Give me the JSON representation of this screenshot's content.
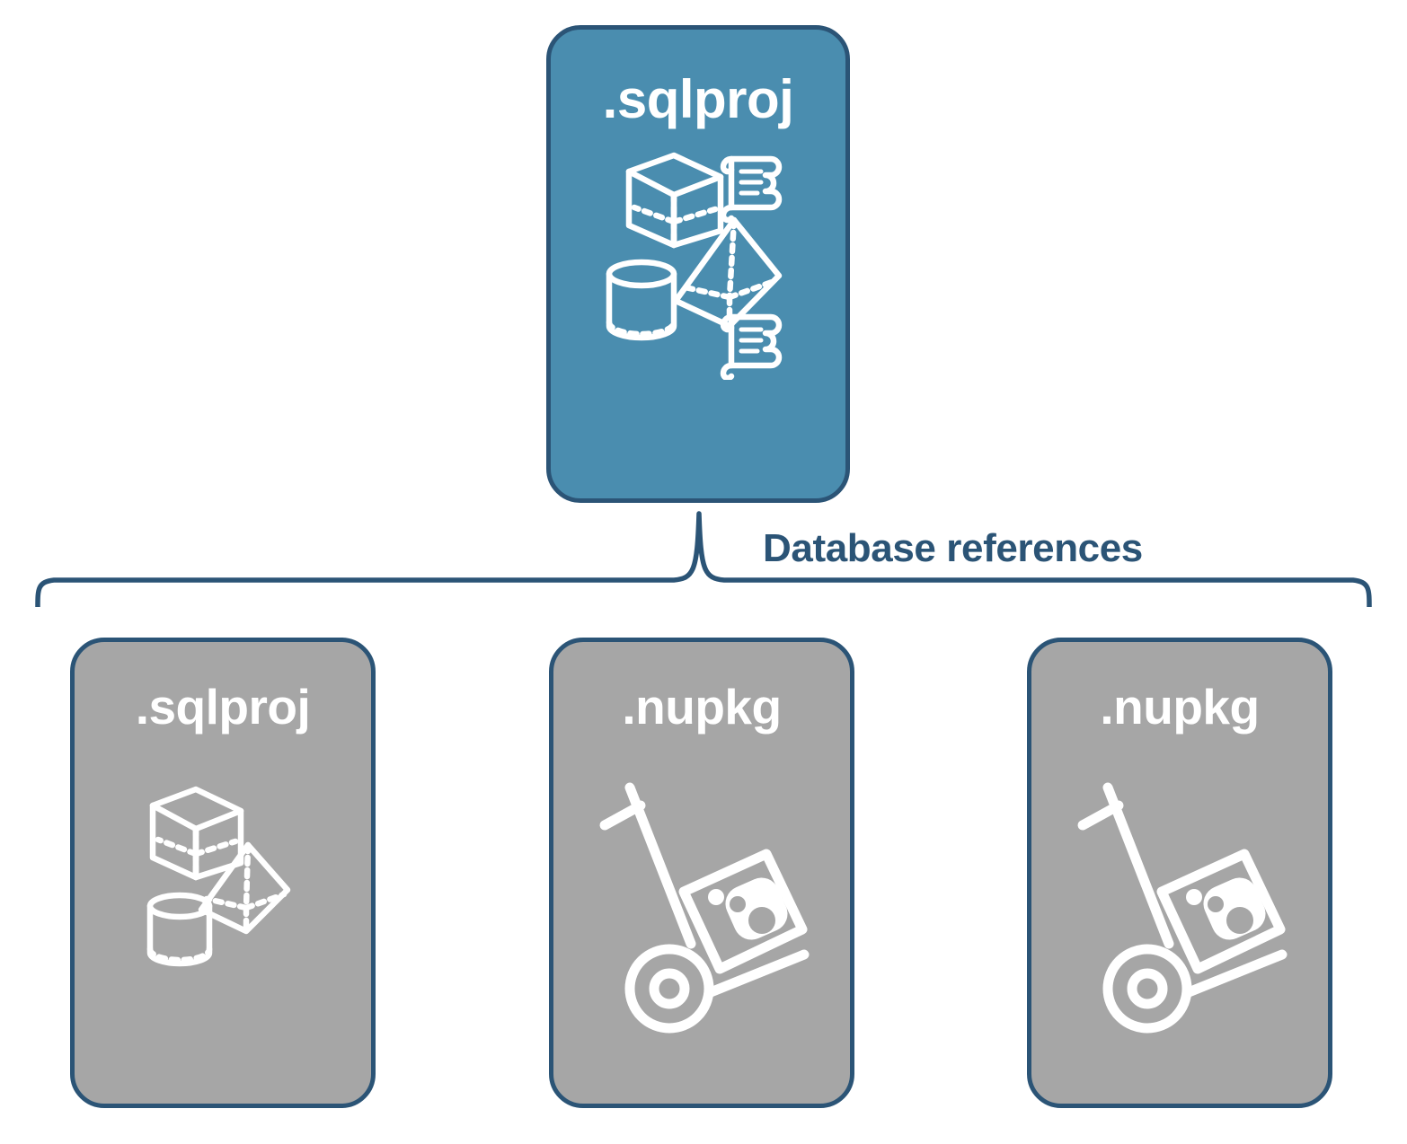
{
  "diagram": {
    "title_top": ".sqlproj",
    "connector_label": "Database references",
    "colors": {
      "accent_blue": "#4a8daf",
      "border_navy": "#2b5476",
      "reference_gray": "#a6a6a6",
      "icon_white": "#ffffff",
      "background": "#ffffff"
    },
    "top_node": {
      "label": ".sqlproj",
      "fill": "#4a8daf",
      "icons": [
        "cube-wireframe-icon",
        "script-scroll-icon",
        "pyramid-wireframe-icon",
        "cylinder-wireframe-icon",
        "script-scroll-icon"
      ]
    },
    "reference_nodes": [
      {
        "label": ".sqlproj",
        "fill": "#a6a6a6",
        "icons": [
          "cube-wireframe-icon",
          "pyramid-wireframe-icon",
          "cylinder-wireframe-icon"
        ]
      },
      {
        "label": ".nupkg",
        "fill": "#a6a6a6",
        "icons": [
          "nuget-package-dolly-icon"
        ]
      },
      {
        "label": ".nupkg",
        "fill": "#a6a6a6",
        "icons": [
          "nuget-package-dolly-icon"
        ]
      }
    ]
  }
}
